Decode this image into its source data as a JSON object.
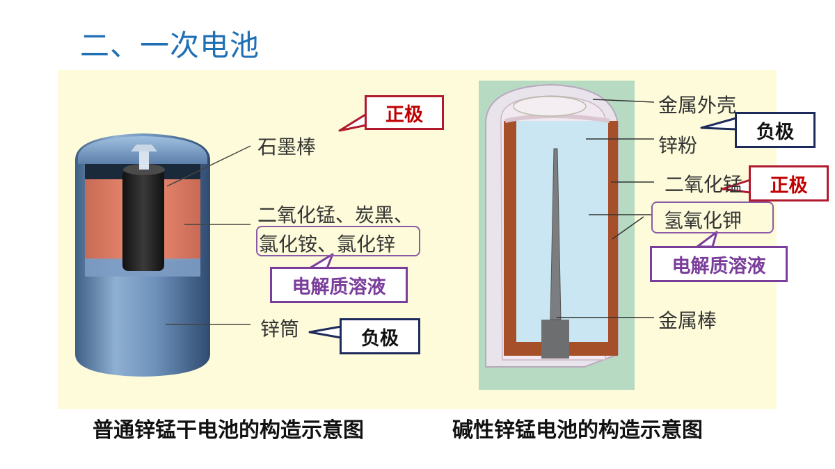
{
  "title": "二、一次电池",
  "left": {
    "labels": {
      "graphite_rod": "石墨棒",
      "paste_line1": "二氧化锰、炭黑、",
      "paste_line2": "氯化铵、氯化锌",
      "zinc_can": "锌筒"
    },
    "tags": {
      "positive": "正极",
      "electrolyte": "电解质溶液",
      "negative": "负极"
    },
    "caption": "普通锌锰干电池的构造示意图"
  },
  "right": {
    "labels": {
      "metal_shell": "金属外壳",
      "zinc_powder": "锌粉",
      "mno2": "二氧化锰",
      "koh": "氢氧化钾",
      "metal_rod": "金属棒"
    },
    "tags": {
      "negative": "负极",
      "positive": "正极",
      "electrolyte": "电解质溶液"
    },
    "caption": "碱性锌锰电池的构造示意图"
  },
  "colors": {
    "title": "#1f6fb5",
    "panel": "#fdfbd9",
    "tag_red": "#c00000",
    "tag_navy": "#1c2a5c",
    "tag_purple": "#7a3d9a"
  }
}
